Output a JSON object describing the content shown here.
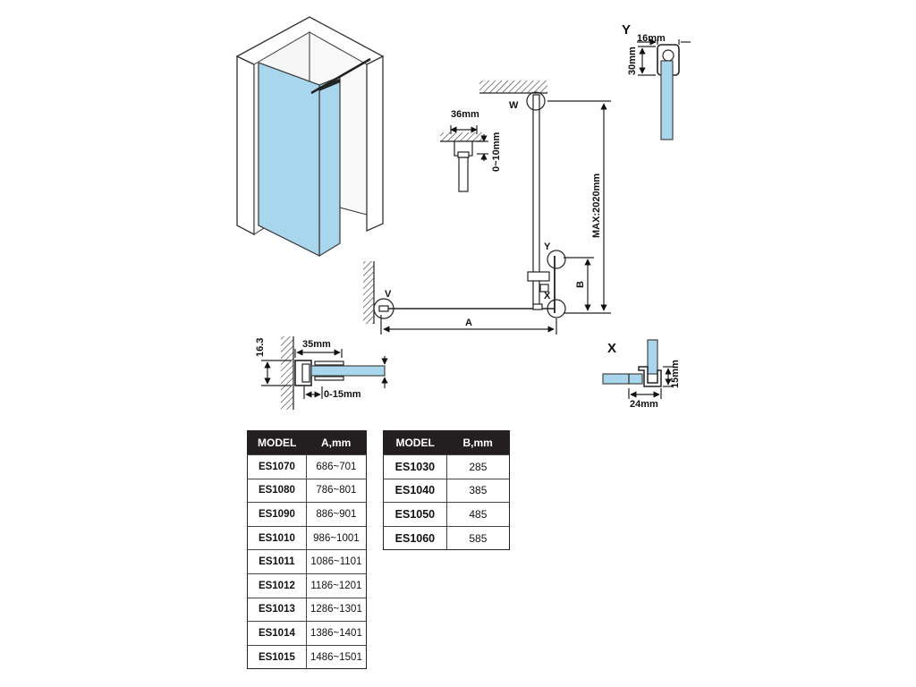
{
  "detail_labels": {
    "y_title": "Y",
    "y_width": "16mm",
    "y_height": "30mm",
    "top_width": "36mm",
    "top_adjust": "0~10mm",
    "w_marker": "W",
    "y_marker": "Y",
    "x_marker": "X",
    "v_marker": "V",
    "dim_a": "A",
    "dim_b": "B",
    "max_height": "MAX:2020mm",
    "v_height": "16.3",
    "v_width": "35mm",
    "v_adjust": "0-15mm",
    "x_title": "X",
    "x_height": "15mm",
    "x_width": "24mm"
  },
  "table_a": {
    "header_model": "MODEL",
    "header_value": "A,mm",
    "rows": [
      {
        "model": "ES1070",
        "value": "686~701"
      },
      {
        "model": "ES1080",
        "value": "786~801"
      },
      {
        "model": "ES1090",
        "value": "886~901"
      },
      {
        "model": "ES1010",
        "value": "986~1001"
      },
      {
        "model": "ES1011",
        "value": "1086~1101"
      },
      {
        "model": "ES1012",
        "value": "1186~1201"
      },
      {
        "model": "ES1013",
        "value": "1286~1301"
      },
      {
        "model": "ES1014",
        "value": "1386~1401"
      },
      {
        "model": "ES1015",
        "value": "1486~1501"
      }
    ]
  },
  "table_b": {
    "header_model": "MODEL",
    "header_value": "B,mm",
    "rows": [
      {
        "model": "ES1030",
        "value": "285"
      },
      {
        "model": "ES1040",
        "value": "385"
      },
      {
        "model": "ES1050",
        "value": "485"
      },
      {
        "model": "ES1060",
        "value": "585"
      }
    ]
  },
  "colors": {
    "glass": "#a8d6ec",
    "ink": "#111111",
    "table_header": "#231f20"
  }
}
